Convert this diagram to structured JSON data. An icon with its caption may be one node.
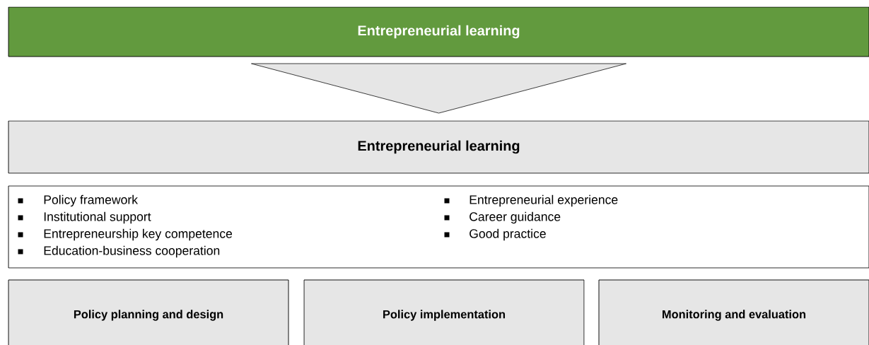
{
  "diagram": {
    "nodes": [
      {
        "text": [
          "Entrepreneurial learning"
        ]
      },
      {
        "text": [
          "Entrepreneurial learning"
        ]
      },
      {
        "text": [
          "Policy framework",
          "Institutional support",
          "Entrepreneurship key competence",
          "Education-business cooperation",
          "Entrepreneurial experience",
          "Career guidance",
          "Good practice"
        ]
      },
      {
        "text": [
          "Policy planning and design"
        ]
      },
      {
        "text": [
          "Policy implementation"
        ]
      },
      {
        "text": [
          "Monitoring and evaluation"
        ]
      }
    ],
    "edges": [
      {
        "from": 0,
        "to": 1,
        "arrow": "to"
      }
    ]
  }
}
